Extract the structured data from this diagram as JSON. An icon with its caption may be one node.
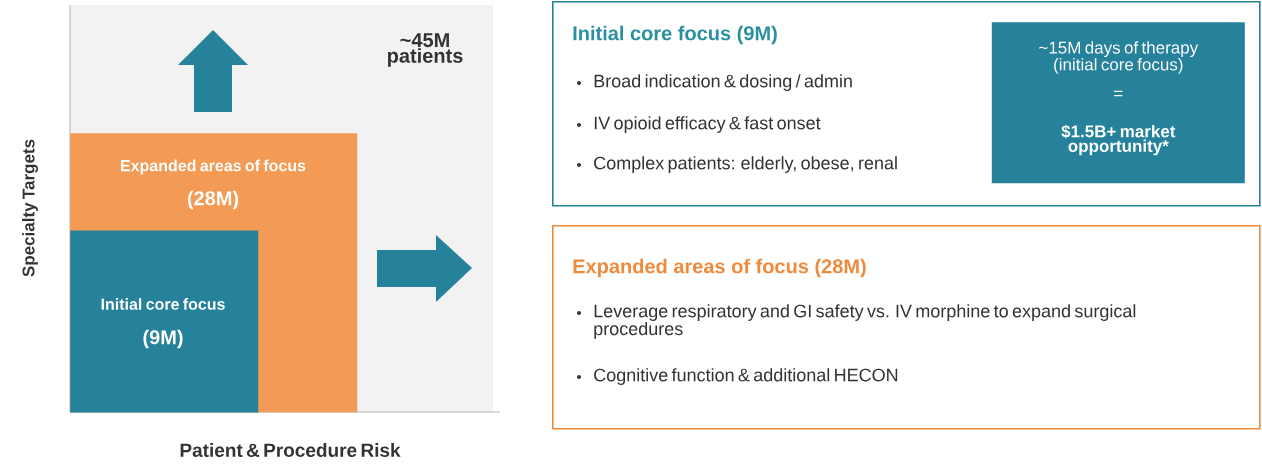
{
  "diagram": {
    "nodes": [
      {
        "text": [
          "Expanded areas of focus",
          "(28M)"
        ]
      },
      {
        "text": [
          "Initial core focus",
          "(9M)"
        ],
        "in": 0
      },
      {
        "text": [
          "Initial core focus (9M)",
          "Broad indication & dosing / admin",
          "IV opioid efficacy & fast onset",
          "Complex patients: elderly, obese, renal"
        ]
      },
      {
        "text": [
          "~15M days of therapy (initial core focus)",
          "=",
          "$1.5B+ market opportunity*"
        ],
        "in": 2
      },
      {
        "text": [
          "Expanded areas of focus (28M)",
          "Leverage respiratory and GI safety vs. IV morphine to expand surgical procedures",
          "Cognitive function & additional HECON"
        ]
      }
    ],
    "labels": [
      "~45M patients",
      "Specialty Targets",
      "Patient & Procedure Risk"
    ]
  }
}
